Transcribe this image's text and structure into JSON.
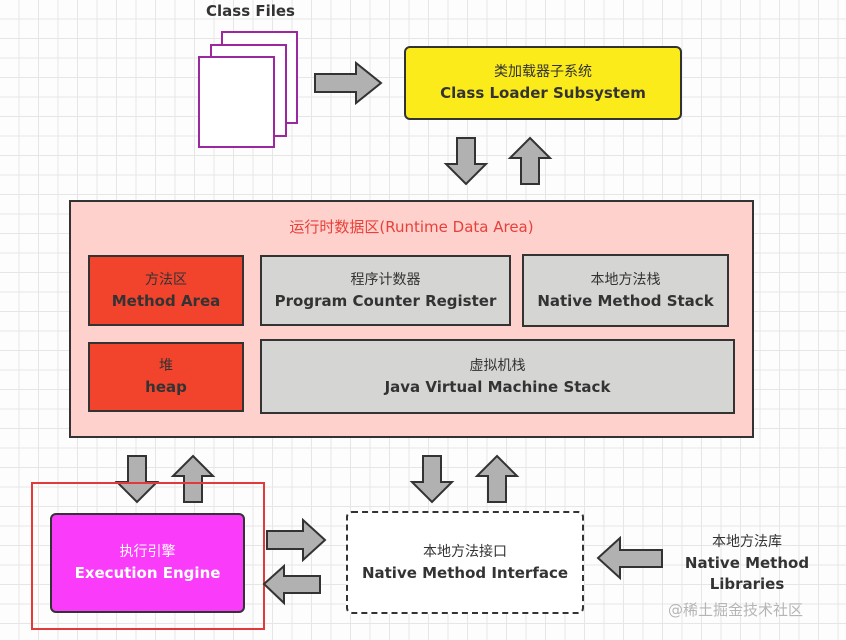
{
  "class_files": {
    "label": "Class Files"
  },
  "class_loader": {
    "cn": "类加载器子系统",
    "en": "Class Loader Subsystem",
    "color": "#fbeb1b"
  },
  "runtime_data_area": {
    "title": "运行时数据区(Runtime Data Area)",
    "title_color": "#e8403a",
    "background": "#ffd1cd",
    "regions": [
      {
        "id": "method-area",
        "cn": "方法区",
        "en": "Method Area",
        "color": "#f2432d"
      },
      {
        "id": "program-counter",
        "cn": "程序计数器",
        "en": "Program Counter Register",
        "color": "#d5d6d4"
      },
      {
        "id": "native-method-stack",
        "cn": "本地方法栈",
        "en": "Native Method Stack",
        "color": "#d5d6d4"
      },
      {
        "id": "heap",
        "cn": "堆",
        "en": "heap",
        "color": "#f2432d"
      },
      {
        "id": "jvm-stack",
        "cn": "虚拟机栈",
        "en": "Java Virtual Machine Stack",
        "color": "#d5d6d4"
      }
    ]
  },
  "execution_engine": {
    "cn": "执行引擎",
    "en": "Execution Engine",
    "color": "#fa3cfa",
    "highlight_color": "#e23a3a"
  },
  "native_interface": {
    "cn": "本地方法接口",
    "en": "Native Method Interface"
  },
  "native_libraries": {
    "cn": "本地方法库",
    "en_line1": "Native Method",
    "en_line2": "Libraries"
  },
  "watermark": "@稀土掘金技术社区"
}
